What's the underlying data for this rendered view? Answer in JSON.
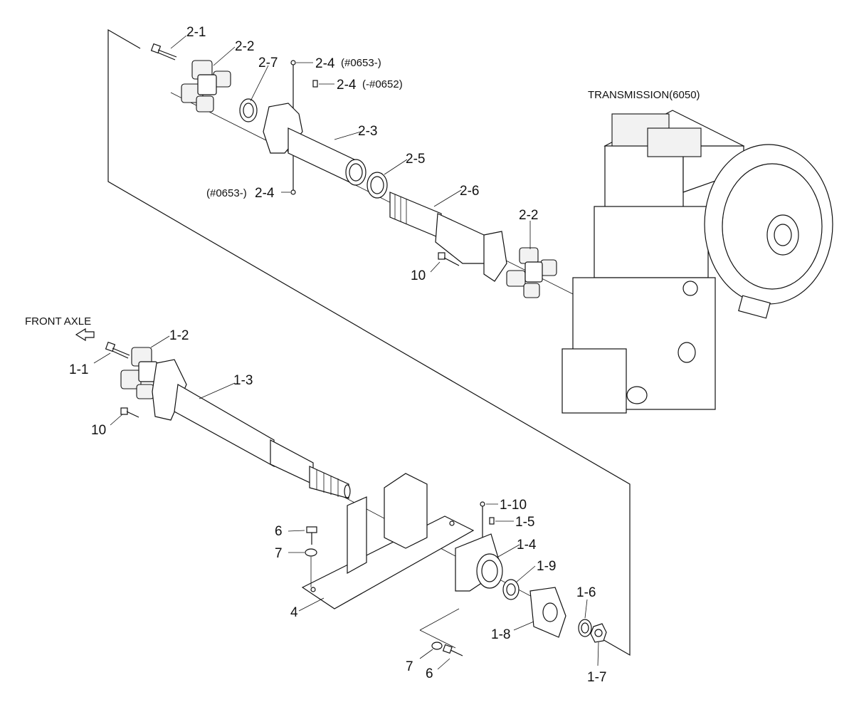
{
  "front_axle": {
    "label": "FRONT AXLE"
  },
  "transmission": {
    "label": "TRANSMISSION(6050)"
  },
  "callouts": {
    "c2_1": "2-1",
    "c2_2_top": "2-2",
    "c2_7": "2-7",
    "c2_4_a": "2-4",
    "c2_4_a_note": "(#0653-)",
    "c2_4_b": "2-4",
    "c2_4_b_note": "(-#0652)",
    "c2_3": "2-3",
    "c2_5": "2-5",
    "c2_4_c_note": "(#0653-)",
    "c2_4_c": "2-4",
    "c2_6": "2-6",
    "c2_2_bottom": "2-2",
    "c10_top": "10",
    "c1_2": "1-2",
    "c1_1": "1-1",
    "c1_3": "1-3",
    "c10_left": "10",
    "c1_10": "1-10",
    "c1_5": "1-5",
    "c6_top": "6",
    "c7_top": "7",
    "c1_4": "1-4",
    "c1_9": "1-9",
    "c1_6": "1-6",
    "c4": "4",
    "c1_8": "1-8",
    "c1_7": "1-7",
    "c7_bottom": "7",
    "c6_bottom": "6"
  }
}
